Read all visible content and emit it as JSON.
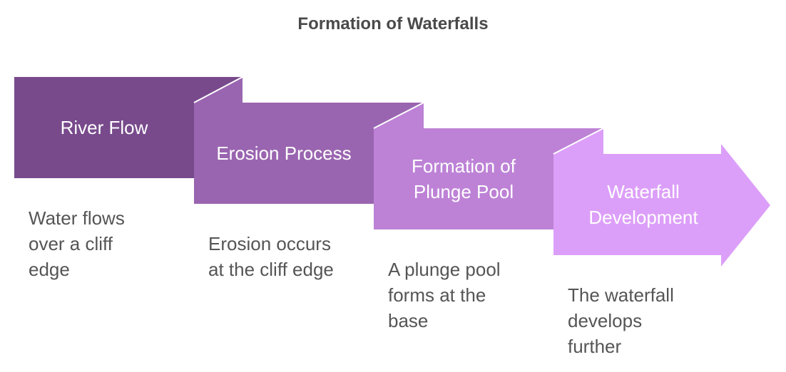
{
  "title": "Formation of Waterfalls",
  "steps": [
    {
      "label": "River Flow",
      "description": "Water flows over a cliff edge",
      "color": "#784a8c",
      "flap_color": "#744889"
    },
    {
      "label": "Erosion Process",
      "description": "Erosion occurs at the cliff edge",
      "color": "#9a65b0",
      "flap_color": "#9561ab"
    },
    {
      "label": "Formation of Plunge Pool",
      "description": "A plunge pool forms at the base",
      "color": "#bd82d6",
      "flap_color": "#b87dd1"
    },
    {
      "label": "Waterfall Development",
      "description": "The waterfall develops further",
      "color": "#dc9ff9",
      "flap_color": "#d89bf5"
    }
  ],
  "desc_lines": [
    [
      "Water flows",
      "over a cliff",
      "edge"
    ],
    [
      "Erosion occurs",
      "at the cliff edge"
    ],
    [
      "A plunge pool",
      "forms at the",
      "base"
    ],
    [
      "The waterfall",
      "develops",
      "further"
    ]
  ]
}
